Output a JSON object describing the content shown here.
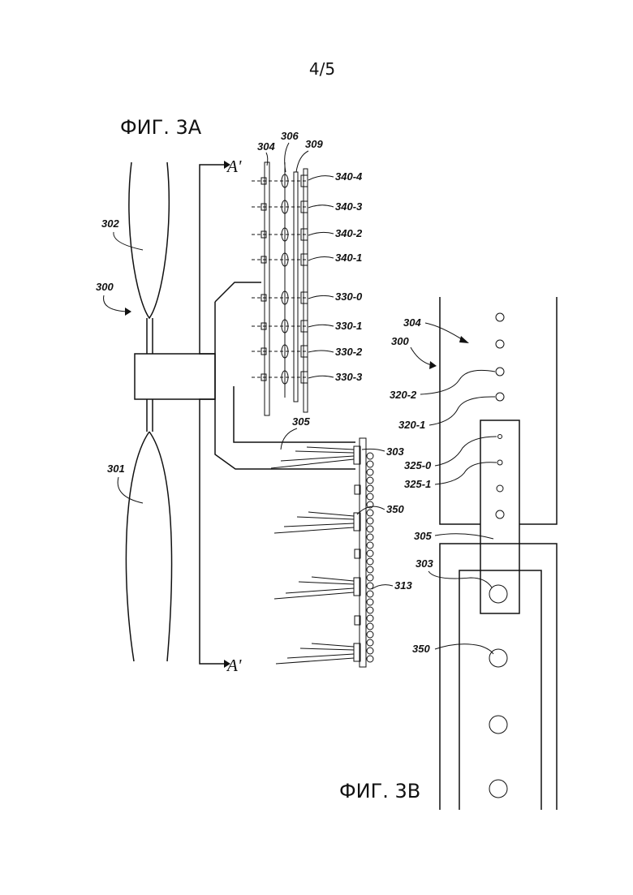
{
  "page_number": "4/5",
  "figures": {
    "fig3a": "ФИГ. 3А",
    "fig3b": "ФИГ. 3В"
  },
  "section_marks": {
    "top": "A'",
    "bottom": "A'"
  },
  "labels_3a": {
    "r304": "304",
    "r306": "306",
    "r309": "309",
    "r302": "302",
    "r300": "300",
    "r301": "301",
    "r340_4": "340-4",
    "r340_3": "340-3",
    "r340_2": "340-2",
    "r340_1": "340-1",
    "r330_0": "330-0",
    "r330_1": "330-1",
    "r330_2": "330-2",
    "r330_3": "330-3",
    "r305": "305",
    "r303": "303",
    "r350": "350",
    "r313": "313"
  },
  "labels_3b": {
    "r304": "304",
    "r300": "300",
    "r320_2": "320-2",
    "r320_1": "320-1",
    "r325_0": "325-0",
    "r325_1": "325-1",
    "r305": "305",
    "r303": "303",
    "r350": "350"
  },
  "colors": {
    "ink": "#111111",
    "paper": "#ffffff"
  }
}
